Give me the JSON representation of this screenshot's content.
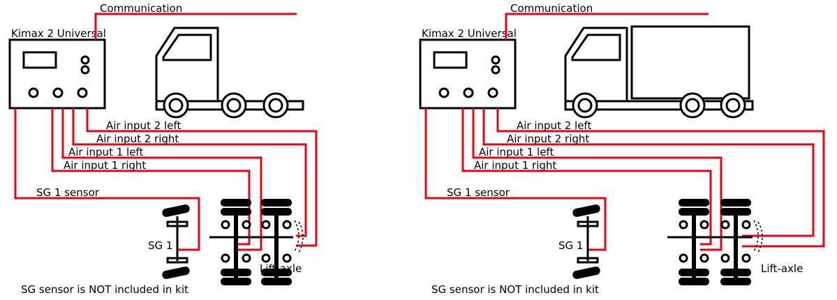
{
  "colors": {
    "wire": "#e30613",
    "ink": "#000000",
    "background": "#ffffff"
  },
  "diagrams": [
    {
      "vehicle": "tractor-unit",
      "communication": "Communication",
      "controller": "Kimax 2 Universal",
      "wires": {
        "air_input_2_left": "Air input 2 left",
        "air_input_2_right": "Air input 2 right",
        "air_input_1_left": "Air input 1 left",
        "air_input_1_right": "Air input 1 right",
        "sg_1_sensor": "SG 1 sensor"
      },
      "sg_label": "SG 1",
      "lift_axle": "Lift-axle",
      "note": "SG sensor is NOT included in kit"
    },
    {
      "vehicle": "box-truck",
      "communication": "Communication",
      "controller": "Kimax 2 Universal",
      "wires": {
        "air_input_2_left": "Air input 2 left",
        "air_input_2_right": "Air input 2 right",
        "air_input_1_left": "Air input 1 left",
        "air_input_1_right": "Air input 1 right",
        "sg_1_sensor": "SG 1 sensor"
      },
      "sg_label": "SG 1",
      "lift_axle": "Lift-axle",
      "note": "SG sensor is NOT included in kit"
    }
  ]
}
